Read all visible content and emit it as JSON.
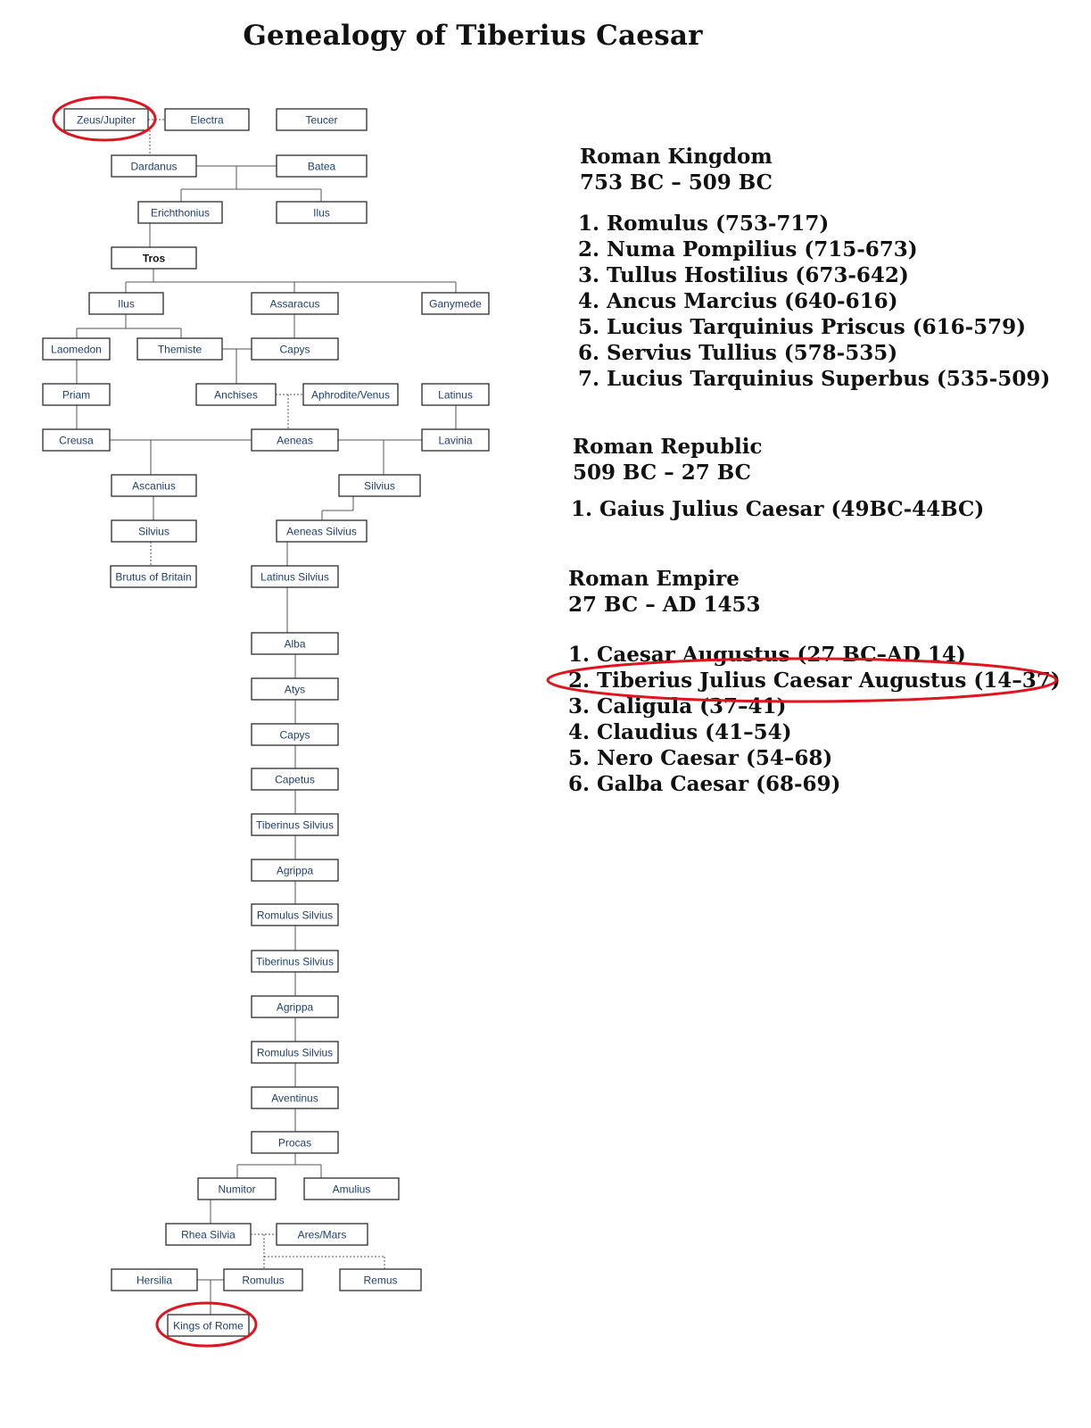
{
  "title": "Genealogy of Tiberius Caesar",
  "colors": {
    "node_text": "#1f3f6f",
    "highlight": "#e0141e",
    "line": "#555555"
  },
  "tree": {
    "nodes": [
      {
        "id": "zeus",
        "label": "Zeus/Jupiter",
        "highlight": true
      },
      {
        "id": "electra",
        "label": "Electra"
      },
      {
        "id": "teucer",
        "label": "Teucer"
      },
      {
        "id": "dardanus",
        "label": "Dardanus"
      },
      {
        "id": "batea",
        "label": "Batea"
      },
      {
        "id": "erichthonius",
        "label": "Erichthonius"
      },
      {
        "id": "ilus1",
        "label": "Ilus"
      },
      {
        "id": "tros",
        "label": "Tros",
        "bold": true
      },
      {
        "id": "ilus2",
        "label": "Ilus"
      },
      {
        "id": "assaracus",
        "label": "Assaracus"
      },
      {
        "id": "ganymede",
        "label": "Ganymede"
      },
      {
        "id": "laomedon",
        "label": "Laomedon"
      },
      {
        "id": "themiste",
        "label": "Themiste"
      },
      {
        "id": "capys1",
        "label": "Capys"
      },
      {
        "id": "priam",
        "label": "Priam"
      },
      {
        "id": "anchises",
        "label": "Anchises"
      },
      {
        "id": "aphrodite",
        "label": "Aphrodite/Venus"
      },
      {
        "id": "latinus",
        "label": "Latinus"
      },
      {
        "id": "creusa",
        "label": "Creusa"
      },
      {
        "id": "aeneas",
        "label": "Aeneas"
      },
      {
        "id": "lavinia",
        "label": "Lavinia"
      },
      {
        "id": "ascanius",
        "label": "Ascanius"
      },
      {
        "id": "silvius1",
        "label": "Silvius"
      },
      {
        "id": "silvius2",
        "label": "Silvius"
      },
      {
        "id": "aeneas_silvius",
        "label": "Aeneas Silvius"
      },
      {
        "id": "brutus",
        "label": "Brutus of Britain"
      },
      {
        "id": "latinus_silvius",
        "label": "Latinus Silvius"
      },
      {
        "id": "alba",
        "label": "Alba"
      },
      {
        "id": "atys",
        "label": "Atys"
      },
      {
        "id": "capys2",
        "label": "Capys"
      },
      {
        "id": "capetus",
        "label": "Capetus"
      },
      {
        "id": "tiberinus1",
        "label": "Tiberinus Silvius"
      },
      {
        "id": "agrippa1",
        "label": "Agrippa"
      },
      {
        "id": "romulus_s1",
        "label": "Romulus Silvius"
      },
      {
        "id": "tiberinus2",
        "label": "Tiberinus Silvius"
      },
      {
        "id": "agrippa2",
        "label": "Agrippa"
      },
      {
        "id": "romulus_s2",
        "label": "Romulus Silvius"
      },
      {
        "id": "aventinus",
        "label": "Aventinus"
      },
      {
        "id": "procas",
        "label": "Procas"
      },
      {
        "id": "numitor",
        "label": "Numitor"
      },
      {
        "id": "amulius",
        "label": "Amulius"
      },
      {
        "id": "rhea",
        "label": "Rhea Silvia"
      },
      {
        "id": "ares",
        "label": "Ares/Mars"
      },
      {
        "id": "hersilia",
        "label": "Hersilia"
      },
      {
        "id": "romulus",
        "label": "Romulus"
      },
      {
        "id": "remus",
        "label": "Remus"
      },
      {
        "id": "kings",
        "label": "Kings of Rome",
        "highlight": true
      }
    ]
  },
  "kingdom": {
    "name": "Roman Kingdom",
    "period": "753 BC – 509 BC",
    "rulers": [
      "1. Romulus (753-717)",
      "2. Numa Pompilius (715-673)",
      "3. Tullus Hostilius (673-642)",
      "4. Ancus Marcius (640-616)",
      "5. Lucius Tarquinius Priscus (616-579)",
      "6. Servius Tullius (578-535)",
      "7. Lucius Tarquinius Superbus (535-509)"
    ]
  },
  "republic": {
    "name": "Roman Republic",
    "period": "509 BC – 27 BC",
    "rulers": [
      "1. Gaius Julius Caesar (49BC-44BC)"
    ]
  },
  "empire": {
    "name": "Roman Empire",
    "period": "27 BC – AD 1453",
    "highlight_index": 1,
    "rulers": [
      "1. Caesar Augustus (27 BC–AD 14)",
      "2. Tiberius Julius Caesar Augustus (14–37)",
      "3. Caligula (37–41)",
      "4. Claudius (41–54)",
      "5. Nero Caesar (54–68)",
      "6. Galba Caesar (68-69)"
    ]
  }
}
